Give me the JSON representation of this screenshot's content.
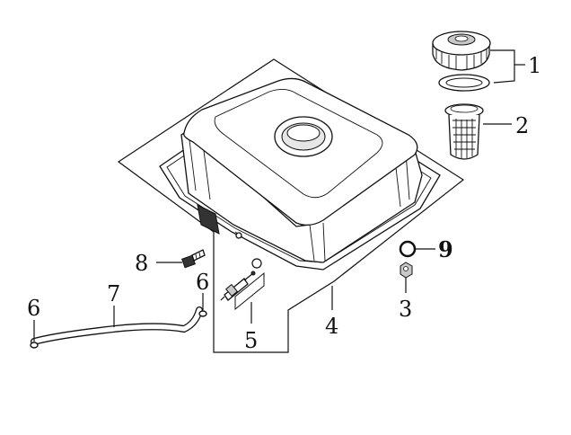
{
  "diagram": {
    "parts": [
      {
        "id": "fuel-cap",
        "callout": "1"
      },
      {
        "id": "cap-gasket",
        "callout": "1"
      },
      {
        "id": "strainer",
        "callout": "2"
      },
      {
        "id": "nut",
        "callout": "3"
      },
      {
        "id": "fuel-tank",
        "callout": "4"
      },
      {
        "id": "fuel-cock",
        "callout": "5"
      },
      {
        "id": "hose-clip-left",
        "callout": "6"
      },
      {
        "id": "hose-clip-right",
        "callout": "6"
      },
      {
        "id": "fuel-hose",
        "callout": "7"
      },
      {
        "id": "bolt",
        "callout": "8"
      },
      {
        "id": "o-ring",
        "callout": "9"
      }
    ],
    "callouts": {
      "c1": "1",
      "c2": "2",
      "c3": "3",
      "c4": "4",
      "c5": "5",
      "c6a": "6",
      "c6b": "6",
      "c7": "7",
      "c8": "8",
      "c9": "9"
    },
    "colors": {
      "line": "#111111",
      "background": "#ffffff",
      "shade": "#c8c8c8"
    }
  }
}
